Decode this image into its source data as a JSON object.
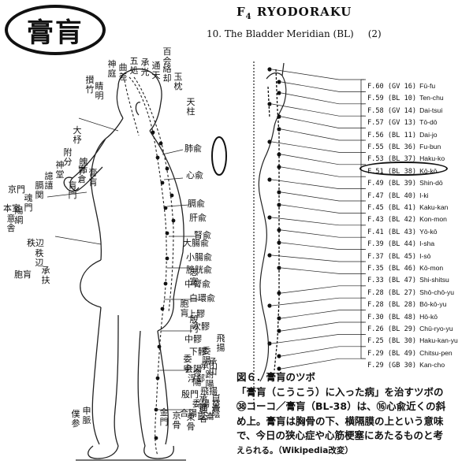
{
  "header": {
    "stamp_text": "膏肓",
    "title_main": "F",
    "title_sub": "4",
    "title_rest": " RYODORAKU",
    "subtitle": "10.  The Bladder Meridian (BL)",
    "subtitle_num": "(2)"
  },
  "figure_labels": {
    "vertical": [
      "神庭",
      "曲差",
      "五処",
      "承光",
      "通天",
      "絡却",
      "玉枕",
      "百会",
      "天柱",
      "睛明",
      "攅竹",
      "大杼",
      "附分",
      "魄戸",
      "膏肓",
      "神堂",
      "譩譆",
      "膈関",
      "魂門",
      "陽綱",
      "意舎",
      "胃倉",
      "肓門",
      "志室",
      "胞肓",
      "秩辺",
      "承扶",
      "殷門",
      "委陽",
      "委中",
      "合陽",
      "承筋",
      "承山",
      "飛揚",
      "跗陽",
      "崑崙",
      "僕参",
      "申脈",
      "金門",
      "京骨",
      "束骨",
      "通谷",
      "至陰"
    ],
    "horizontal": [
      "肺兪",
      "心兪",
      "膈兪",
      "肝兪",
      "腎兪",
      "大腸兪",
      "小腸兪",
      "膀胱兪",
      "中膂兪",
      "白環兪",
      "上髎",
      "次髎",
      "中髎",
      "下髎",
      "会陽",
      "浮郄",
      "殷門",
      "委陽",
      "合陽",
      "承山",
      "飛揚",
      "崑崙",
      "京門",
      "胞肓",
      "秩辺",
      "本室"
    ]
  },
  "points": [
    {
      "code": "F.60 (GV 16)",
      "name": "Fū-fu"
    },
    {
      "code": "F.59 (BL 10)",
      "name": "Ten-chu"
    },
    {
      "code": "F.58 (GV 14)",
      "name": "Dai-tsui"
    },
    {
      "code": "F.57 (GV 13)",
      "name": "Tō-dō"
    },
    {
      "code": "F.56 (BL 11)",
      "name": "Dai-jo"
    },
    {
      "code": "F.55 (BL 36)",
      "name": "Fu-bun"
    },
    {
      "code": "F.53 (BL 37)",
      "name": "Haku-ko"
    },
    {
      "code": "F.51 (BL 38)",
      "name": "Kō-kō"
    },
    {
      "code": "F.49 (BL 39)",
      "name": "Shin-dō"
    },
    {
      "code": "F.47 (BL 40)",
      "name": "I-ki"
    },
    {
      "code": "F.45 (BL 41)",
      "name": "Kaku-kan"
    },
    {
      "code": "F.43 (BL 42)",
      "name": "Kon-mon"
    },
    {
      "code": "F.41 (BL 43)",
      "name": "Yō-kō"
    },
    {
      "code": "F.39 (BL 44)",
      "name": "I-sha"
    },
    {
      "code": "F.37 (BL 45)",
      "name": "I-sō"
    },
    {
      "code": "F.35 (BL 46)",
      "name": "Kō-mon"
    },
    {
      "code": "F.33 (BL 47)",
      "name": "Shi-shitsu"
    },
    {
      "code": "F.28 (BL 27)",
      "name": "Shō-chō-yu"
    },
    {
      "code": "F.28 (BL 28)",
      "name": "Bō-kō-yu"
    },
    {
      "code": "F.30 (BL 48)",
      "name": "Hō-kō"
    },
    {
      "code": "F.26 (BL 29)",
      "name": "Chū-ryo-yu"
    },
    {
      "code": "F.25 (BL 30)",
      "name": "Haku-kan-yu"
    },
    {
      "code": "F.29 (BL 49)",
      "name": "Chitsu-pen"
    },
    {
      "code": "F.29 (GB 30)",
      "name": "Kan-cho"
    }
  ],
  "caption": {
    "line1": "図６．膏肓のツボ",
    "line2": "「膏肓（こうこう）に入った病」を治すツボの",
    "line3": "㊳コーコ／膏肓（BL-38）は、⑯心兪近くの斜",
    "line4": "め上。膏肓は胸骨の下、横隔膜の上という意味",
    "line5": "で、今日の狭心症や心筋梗塞にあたるものと考",
    "line6": "えられる。（Wikipedia改変）"
  }
}
